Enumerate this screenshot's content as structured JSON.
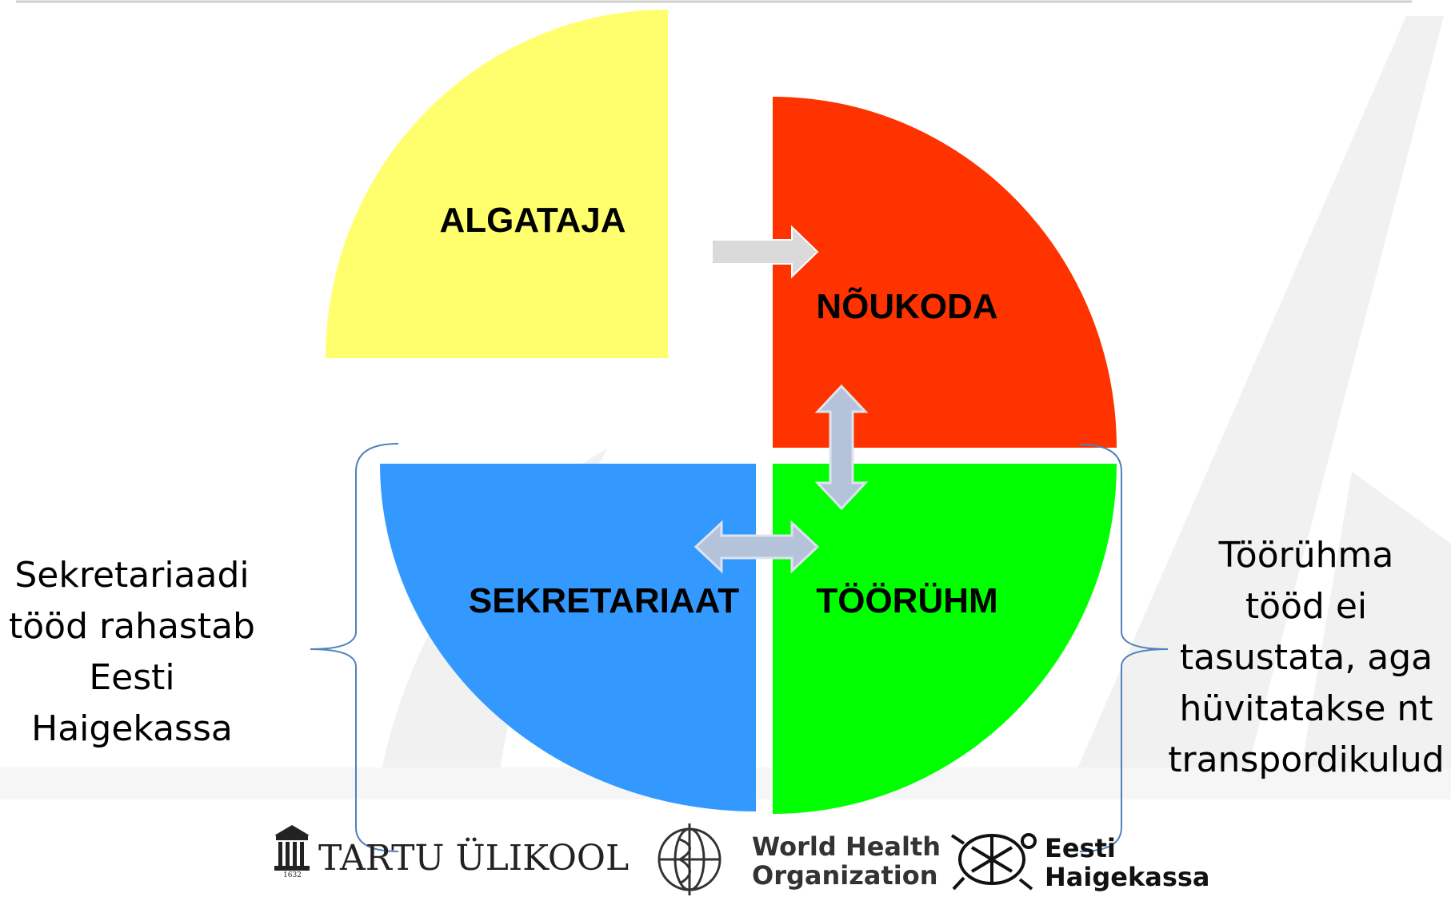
{
  "diagram": {
    "quadrants": {
      "algataja": {
        "label": "ALGATAJA",
        "color": "#ffff6e"
      },
      "noukoda": {
        "label": "NÕUKODA",
        "color": "#ff3300"
      },
      "sekretariaat": {
        "label": "SEKRETARIAAT",
        "color": "#3399ff"
      },
      "toorühm": {
        "label": "TÖÖRÜHM",
        "color": "#00ff00"
      }
    },
    "arrow_color": "#dadada",
    "double_arrow_color": "#b5c3da",
    "bracket_color": "#4f81bd"
  },
  "left_note": {
    "lines": [
      "Sekretariaadi",
      "tööd rahastab",
      "Eesti",
      "Haigekassa"
    ]
  },
  "right_note": {
    "lines": [
      "Töörühma",
      "tööd ei",
      "tasustata, aga",
      "hüvitatakse nt",
      "transpordikulud"
    ]
  },
  "footer": {
    "logos": {
      "tartu": {
        "text": "TARTU ÜLIKOOL",
        "year": "1632"
      },
      "who": {
        "line1": "World Health",
        "line2": "Organization"
      },
      "haigekassa": {
        "line1": "Eesti",
        "line2": "Haigekassa"
      }
    }
  }
}
